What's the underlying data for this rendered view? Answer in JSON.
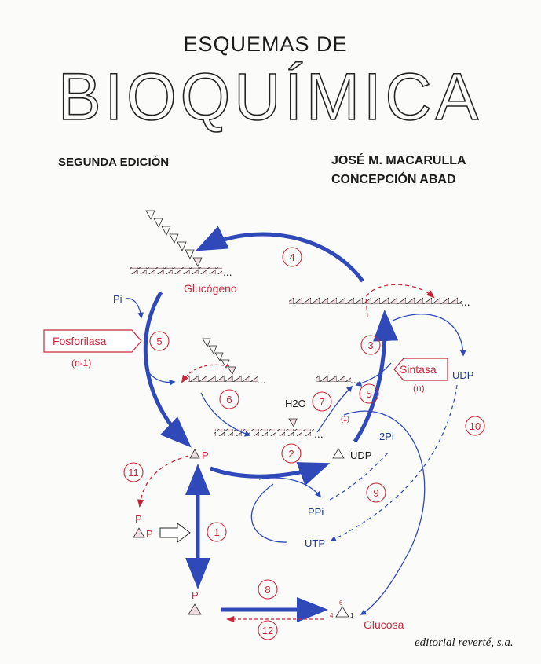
{
  "cover": {
    "title_line1": "ESQUEMAS DE",
    "title_line2": "BIOQUÍMICA",
    "edition": "SEGUNDA EDICIÓN",
    "authors": [
      "JOSÉ M. MACARULLA",
      "CONCEPCIÓN ABAD"
    ],
    "publisher": "editorial reverté, s.a."
  },
  "diagram": {
    "labels": {
      "glucogeno": "Glucógeno",
      "fosforilasa": "Fosforilasa",
      "fosforilasa_n": "(n-1)",
      "sintasa": "Sintasa",
      "sintasa_n": "(n)",
      "pi": "Pi",
      "h2o": "H2O",
      "udp_right": "UDP",
      "udp_mid": "UDP",
      "two_pi": "2Pi",
      "ppi": "PPi",
      "utp": "UTP",
      "glucosa": "Glucosa",
      "p_g1p": "P",
      "p_g16p_top": "P",
      "p_g16p_side": "P",
      "p_g6p": "P",
      "one_label": "(1)",
      "carbon6": "6",
      "carbon1": "1",
      "carbon4": "4"
    },
    "steps": [
      "1",
      "2",
      "3",
      "4",
      "5",
      "5",
      "6",
      "7",
      "8",
      "9",
      "10",
      "11",
      "12"
    ]
  },
  "colors": {
    "enzyme_red": "#c8283a",
    "pathway_blue": "#2f49b8",
    "ink": "#1b1b1b"
  }
}
